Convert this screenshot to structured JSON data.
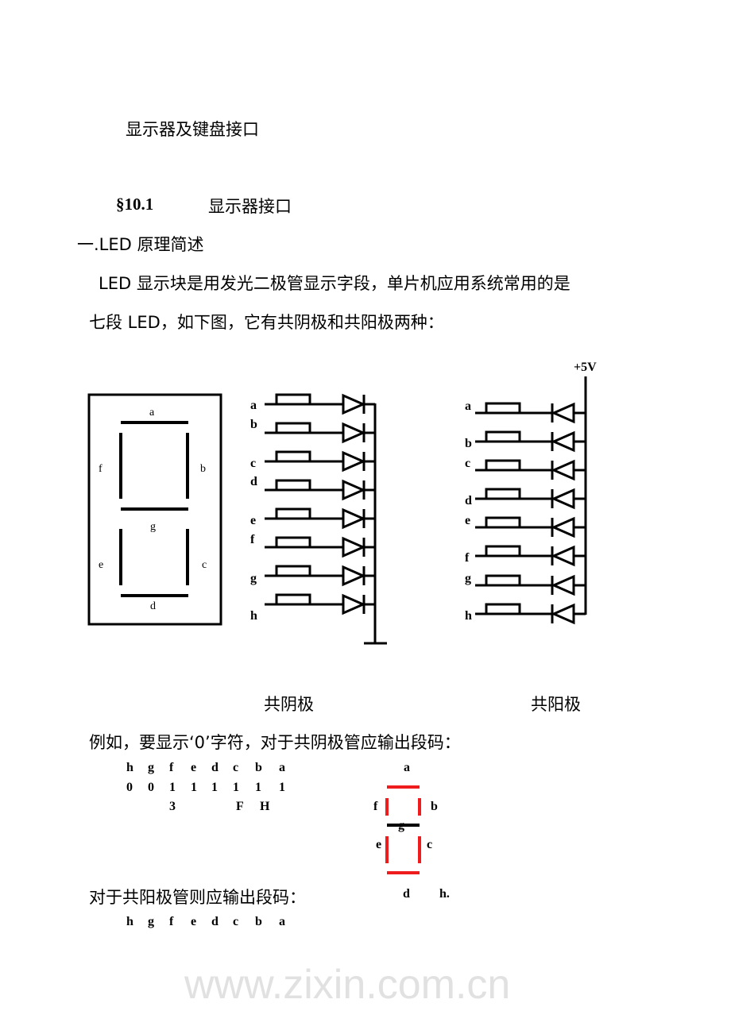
{
  "title": "显示器及键盘接口",
  "section": {
    "number": "§10.1",
    "title": "显示器接口"
  },
  "heading": "一.LED 原理简述",
  "para1": "LED 显示块是用发光二极管显示字段，单片机应用系统常用的是",
  "para2": "七段 LED，如下图，它有共阴极和共阳极两种：",
  "seven_seg_labels": {
    "a": "a",
    "b": "b",
    "c": "c",
    "d": "d",
    "e": "e",
    "f": "f",
    "g": "g"
  },
  "pins": [
    "a",
    "b",
    "c",
    "d",
    "e",
    "f",
    "g",
    "h"
  ],
  "supply_label": "+5V",
  "caption_cathode": "共阴极",
  "caption_anode": "共阳极",
  "example_text": "例如，要显示‘0’字符，对于共阴极管应输出段码：",
  "code_header": [
    "h",
    "g",
    "f",
    "e",
    "d",
    "c",
    "b",
    "a"
  ],
  "code_bits": [
    "0",
    "0",
    "1",
    "1",
    "1",
    "1",
    "1",
    "1"
  ],
  "code_hex": {
    "high": "3",
    "f": "F",
    "h": "H"
  },
  "digit_labels": {
    "a": "a",
    "b": "b",
    "c": "c",
    "d": "d",
    "e": "e",
    "f": "f",
    "g": "g",
    "h": "h."
  },
  "anode_text": "对于共阳极管则应输出段码：",
  "code_header2": [
    "h",
    "g",
    "f",
    "e",
    "d",
    "c",
    "b",
    "a"
  ],
  "watermark": "www.zixin.com.cn",
  "colors": {
    "segment_on": "#ee1c1c"
  }
}
